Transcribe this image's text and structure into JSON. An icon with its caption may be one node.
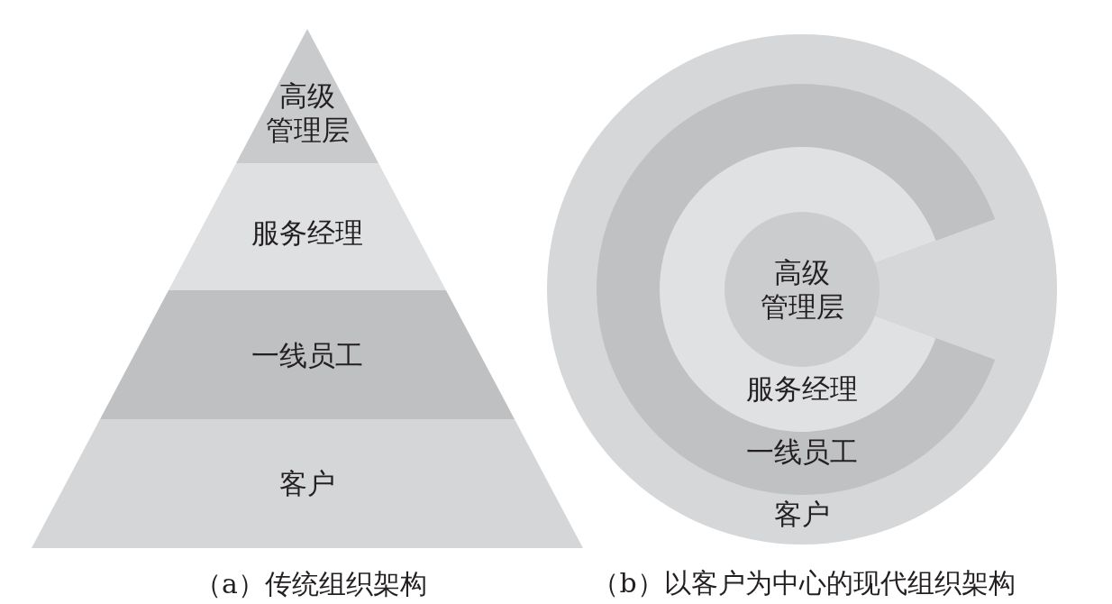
{
  "diagram": {
    "nodes": [
      {
        "text": [
          "高级管理层"
        ]
      },
      {
        "text": [
          "服务经理"
        ]
      },
      {
        "text": [
          "一线员工"
        ]
      },
      {
        "text": [
          "客户"
        ]
      },
      {
        "text": [
          "客户"
        ]
      },
      {
        "text": [
          "一线员工"
        ],
        "in": 4
      },
      {
        "text": [
          "服务经理"
        ],
        "in": 5
      },
      {
        "text": [
          "高级管理层"
        ],
        "in": 6
      }
    ],
    "labels": [
      "（a）传统组织架构",
      "（b）以客户为中心的现代组织架构"
    ]
  }
}
